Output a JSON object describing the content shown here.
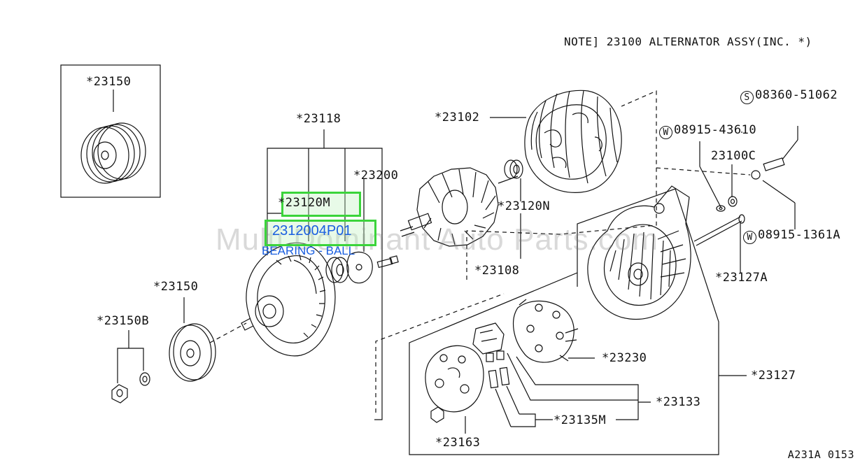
{
  "note": "NOTE] 23100 ALTERNATOR ASSY(INC. *)",
  "diagram_code": "A231A 0153",
  "watermark": "Multi Dominant Auto Parts.com",
  "highlight": {
    "part_label": "*23120M",
    "link_text": "2312004P01",
    "description": "BEARING - BALL",
    "color": "#3bd43b",
    "link_color": "#1a5fe0"
  },
  "labels": {
    "p23150_top": "*23150",
    "p23118": "*23118",
    "p23200": "*23200",
    "p23102": "*23102",
    "p23120N": "*23120N",
    "p23108": "*23108",
    "p23150_mid": "*23150",
    "p23150B": "*23150B",
    "p08360_sym": "S",
    "p08360": "08360-51062",
    "p08915a_sym": "W",
    "p08915a": "08915-43610",
    "p23100C": "23100C",
    "p08915b_sym": "W",
    "p08915b": "08915-1361A",
    "p23127A": "*23127A",
    "p23230": "*23230",
    "p23127": "*23127",
    "p23133": "*23133",
    "p23135M": "*23135M",
    "p23163": "*23163"
  }
}
